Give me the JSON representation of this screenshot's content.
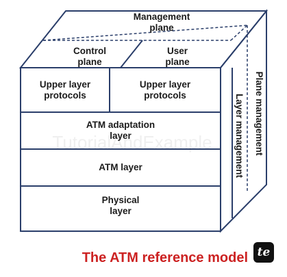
{
  "diagram": {
    "title": "The ATM reference model",
    "watermark": "TutorialAndExample",
    "logo": "te",
    "top_face": {
      "management_plane": "Management\nplane",
      "control_plane": "Control\nplane",
      "user_plane": "User\nplane"
    },
    "front_face": {
      "upper_layer_left": "Upper layer\nprotocols",
      "upper_layer_right": "Upper layer\nprotocols",
      "atm_adaptation_layer": "ATM adaptation\nlayer",
      "atm_layer": "ATM layer",
      "physical_layer": "Physical\nlayer"
    },
    "side_face": {
      "layer_management": "Layer management",
      "plane_management": "Plane management"
    },
    "colors": {
      "lines": "#2a3e6a",
      "caption": "#cc2222",
      "logo_bg": "#111111"
    }
  }
}
